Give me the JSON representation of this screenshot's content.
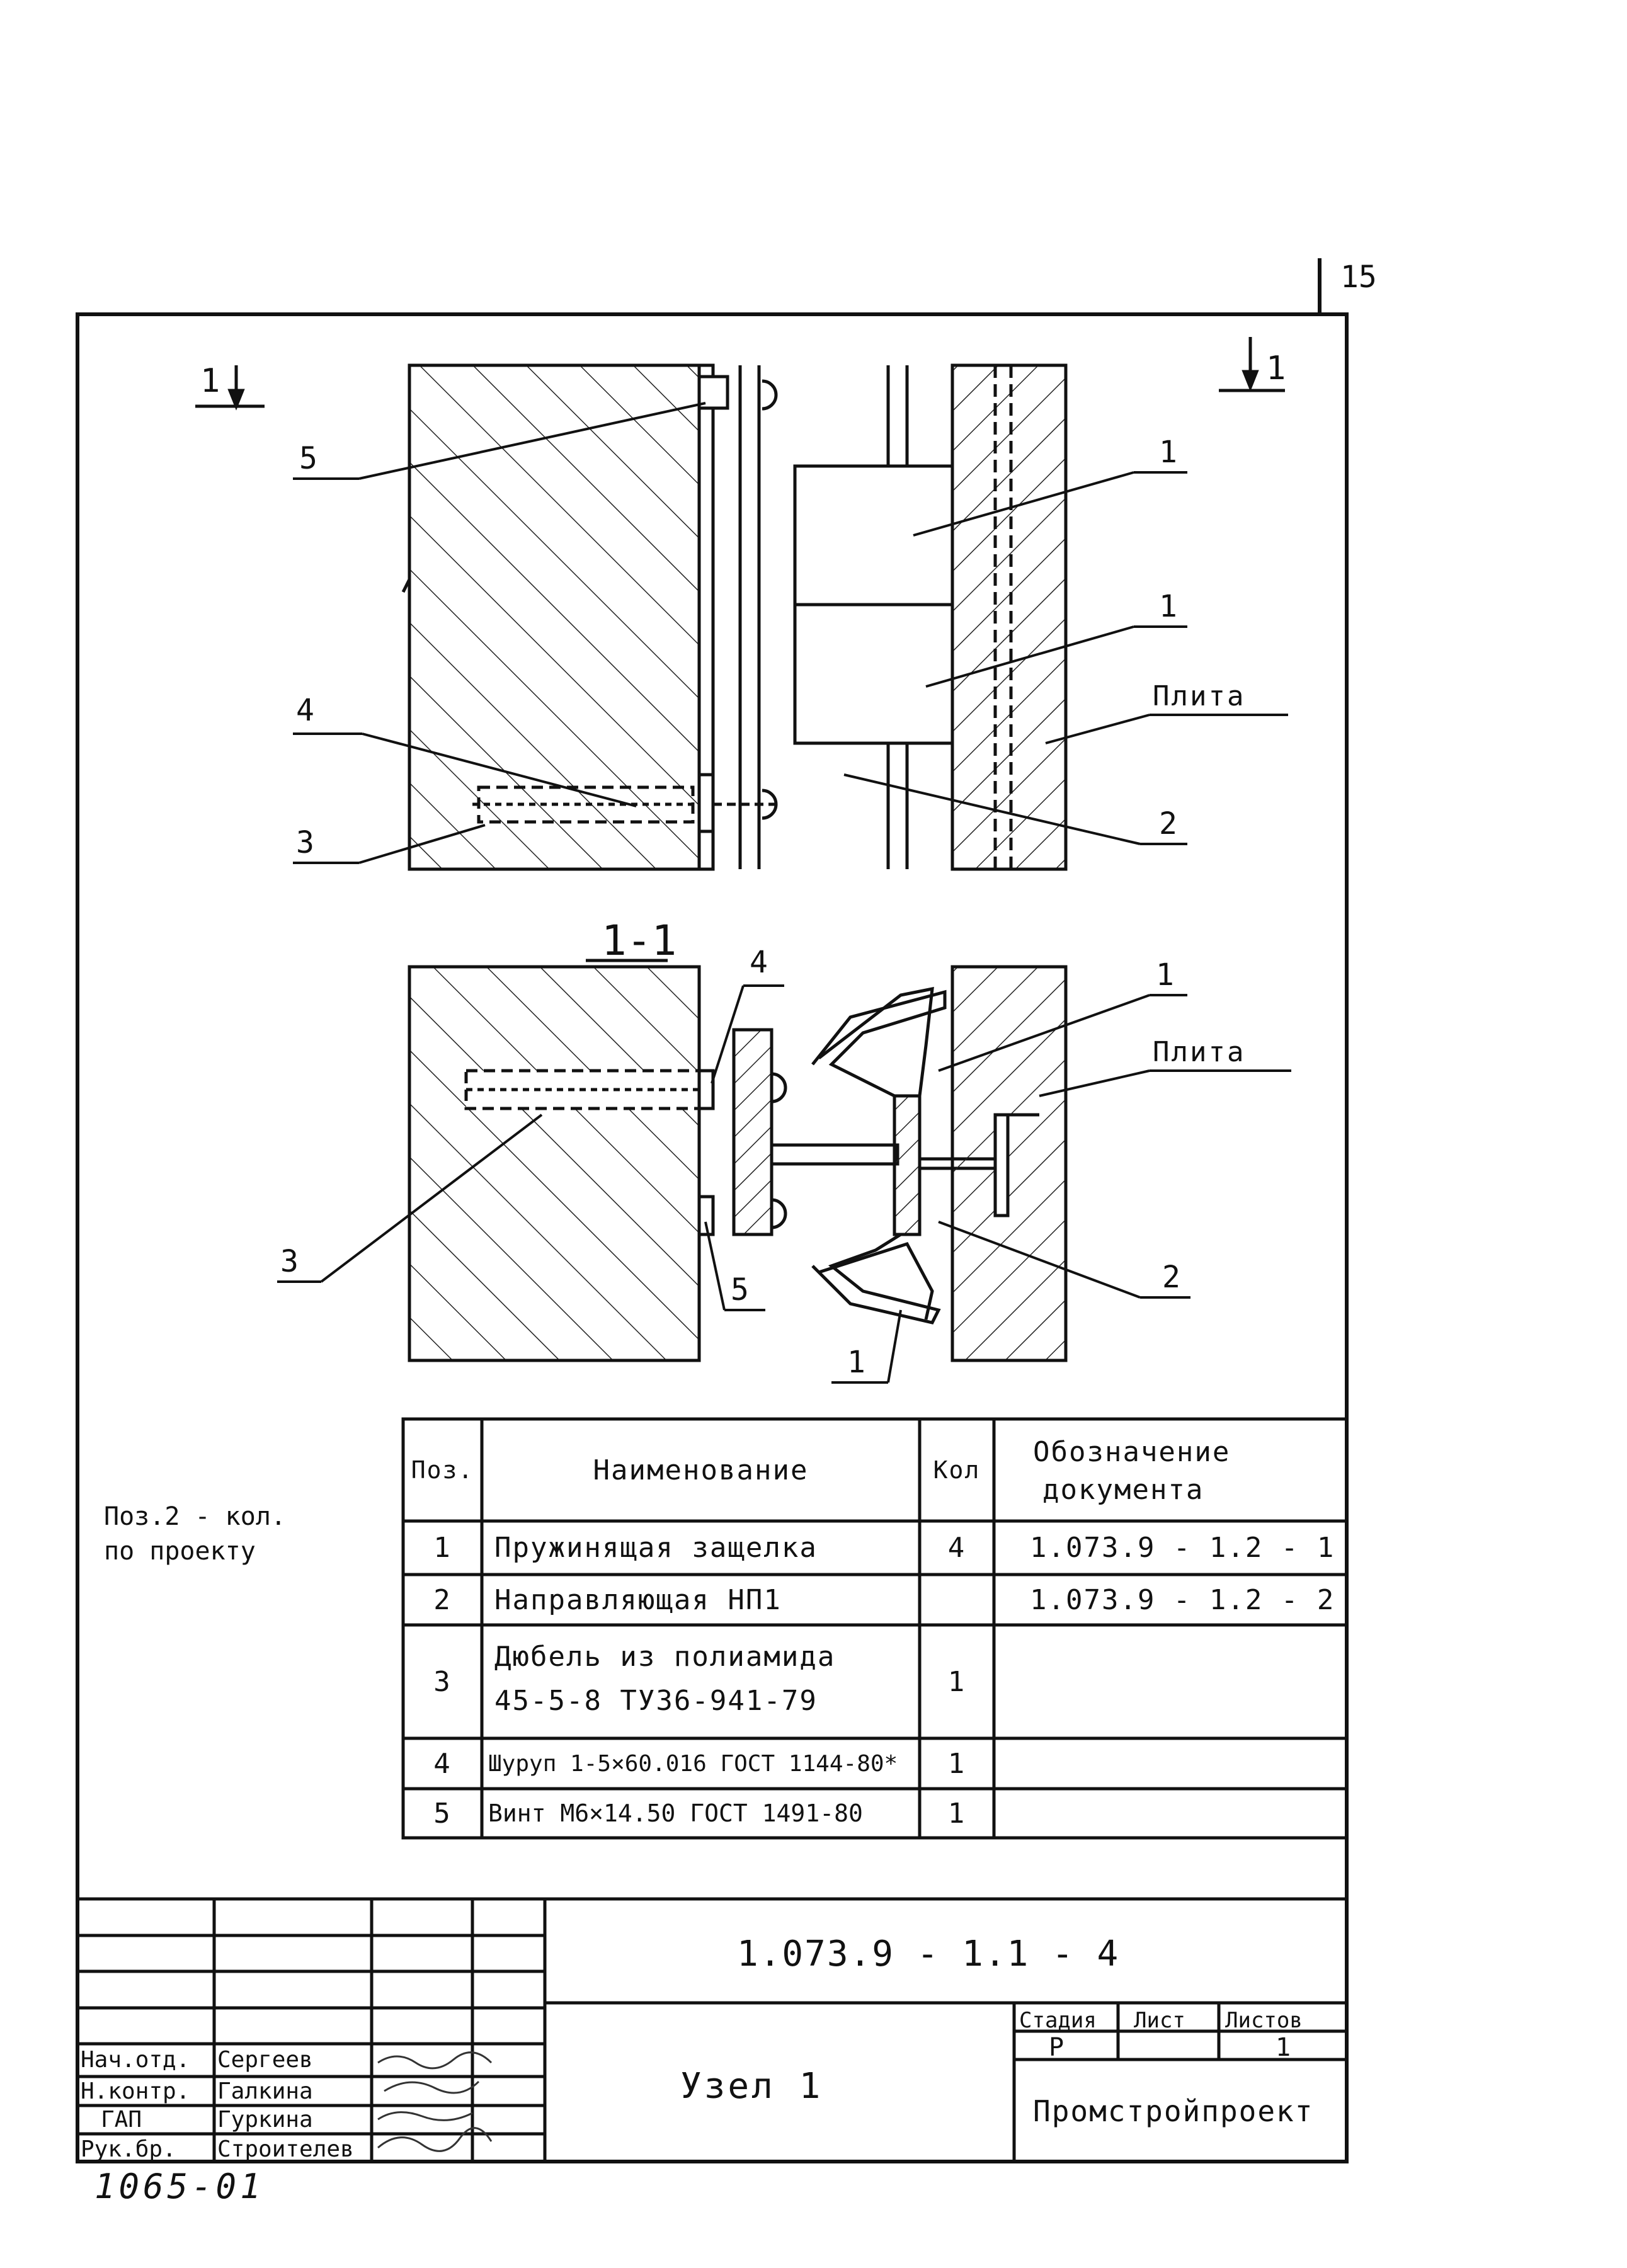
{
  "sheet_number": "15",
  "section_mark": "1",
  "section_title": "1-1",
  "callouts": {
    "top_view": [
      "5",
      "4",
      "3",
      "1",
      "1",
      "Плита",
      "2"
    ],
    "section_view": [
      "4",
      "1",
      "Плита",
      "3",
      "5",
      "2",
      "1"
    ]
  },
  "note": {
    "line1": "Поз.2 - кол.",
    "line2": "по проекту"
  },
  "spec_table": {
    "headers": {
      "pos": "Поз.",
      "name": "Наименование",
      "qty": "Кол",
      "doc_line1": "Обозначение",
      "doc_line2": "документа"
    },
    "rows": [
      {
        "pos": "1",
        "name": "Пружинящая защелка",
        "name2": "",
        "qty": "4",
        "doc": "1.073.9 - 1.2 - 1"
      },
      {
        "pos": "2",
        "name": "Направляющая НП1",
        "name2": "",
        "qty": "",
        "doc": "1.073.9 - 1.2 - 2"
      },
      {
        "pos": "3",
        "name": "Дюбель из полиамида",
        "name2": "45-5-8  ТУ36-941-79",
        "qty": "1",
        "doc": ""
      },
      {
        "pos": "4",
        "name": "Шуруп 1-5×60.016 ГОСТ 1144-80*",
        "name2": "",
        "qty": "1",
        "doc": ""
      },
      {
        "pos": "5",
        "name": "Винт М6×14.50 ГОСТ 1491-80",
        "name2": "",
        "qty": "1",
        "doc": ""
      }
    ]
  },
  "title_block": {
    "designation": "1.073.9 - 1.1 - 4",
    "title": "Узел 1",
    "stage_label": "Стадия",
    "sheet_label": "Лист",
    "sheets_label": "Листов",
    "stage_value": "Р",
    "sheet_value": "",
    "sheets_value": "1",
    "organization": "Промстройпроект",
    "signatures": [
      {
        "role": "Нач.отд.",
        "name": "Сергеев"
      },
      {
        "role": "Н.контр.",
        "name": "Галкина"
      },
      {
        "role": "ГАП",
        "name": "Гуркина"
      },
      {
        "role": "Рук.бр.",
        "name": "Строителев"
      }
    ]
  },
  "inventory_number": "1065-01"
}
